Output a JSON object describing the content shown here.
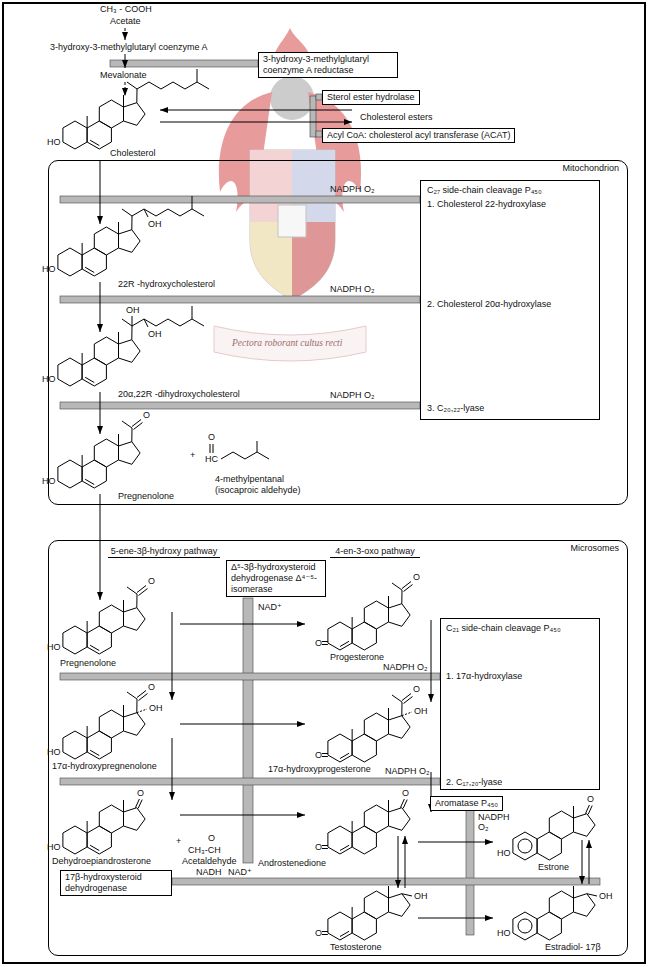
{
  "diagram": {
    "nodes": [
      {
        "text": [
          "3-hydroxy-3-methylglutaryl coenzyme A reductase"
        ]
      },
      {
        "text": [
          "Sterol ester hydrolase"
        ]
      },
      {
        "text": [
          "Acyl CoA: cholesterol acyl transferase (ACAT)"
        ]
      },
      {
        "text": [
          "Mitochondrion"
        ]
      },
      {
        "text": [
          "C₂₇ side-chain cleavage P₄₅₀",
          "1. Cholesterol 22-hydroxylase",
          "2. Cholesterol 20α-hydroxylase",
          "3. C₂₀,₂₂-lyase"
        ],
        "in": 3
      },
      {
        "text": [
          "Microsomes"
        ]
      },
      {
        "text": [
          "Δ⁵-3β-hydroxysteroid dehydrogenase Δ⁴⁻⁵-isomerase"
        ],
        "in": 5
      },
      {
        "text": [
          "C₂₁ side-chain cleavage P₄₅₀",
          "1. 17α-hydroxylase",
          "2. C₁₇,₂₀-lyase"
        ],
        "in": 5
      },
      {
        "text": [
          "Aromatase P₄₅₀"
        ],
        "in": 5
      },
      {
        "text": [
          "17β-hydroxysteroid dehydrogenase"
        ],
        "in": 5
      }
    ],
    "labels": [
      "CH₃ - COOH",
      "Acetate",
      "3-hydroxy-3-methylglutaryl coenzyme A",
      "Mevalonate",
      "HO",
      "Cholesterol",
      "Cholesterol esters",
      "NADPH  O₂",
      "HO",
      "OH",
      "22R -hydroxycholesterol",
      "NADPH  O₂",
      "OH",
      "HO",
      "OH",
      "Pectora roborant cultus recti",
      "20α,22R -dihydroxycholesterol",
      "NADPH  O₂",
      "O",
      "HO",
      "+",
      "O",
      "HC",
      "4-methylpentanal",
      "(isocaproic aldehyde)",
      "Pregnenolone",
      "5-ene-3β-hydroxy pathway",
      "4-en-3-oxo pathway",
      "O",
      "O",
      "NAD⁺",
      "O",
      "HO",
      "Progesterone",
      "Pregnenolone",
      "NADPH  O₂",
      "O",
      "O",
      "OH",
      "OH",
      "HO",
      "O",
      "17α-hydroxypregnenolone",
      "17α-hydroxyprogesterone",
      "NADPH  O₂",
      "O",
      "O",
      "O",
      "NADPH",
      "O₂",
      "O",
      "+",
      "HO",
      "O",
      "CH₃-CH",
      "HO",
      "Dehydroepiandrosterone",
      "Acetaldehyde",
      "Androstenedione",
      "Estrone",
      "NADH",
      "NAD⁺",
      "OH",
      "OH",
      "O",
      "HO",
      "Testosterone",
      "Estradiol- 17β"
    ]
  }
}
